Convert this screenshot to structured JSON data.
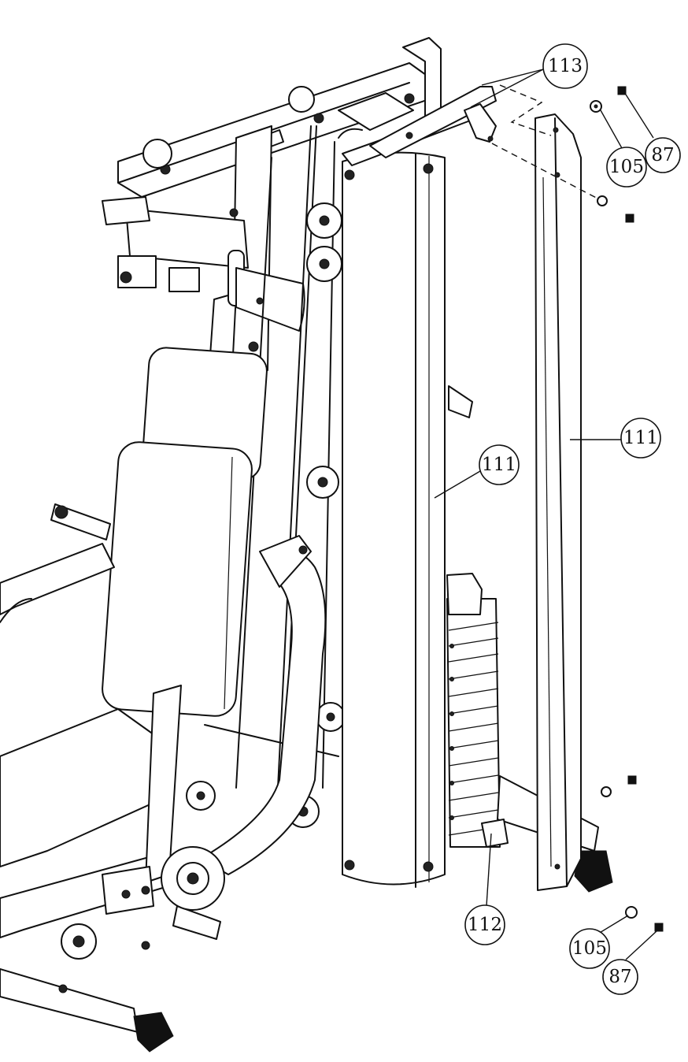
{
  "callouts": {
    "part_113": "113",
    "part_105_top": "105",
    "part_87_top": "87",
    "part_111_column": "111",
    "part_111_panel": "111",
    "part_112": "112",
    "part_105_bottom": "105",
    "part_87_bottom": "87"
  },
  "colors": {
    "line": "#111111",
    "background": "#ffffff"
  }
}
